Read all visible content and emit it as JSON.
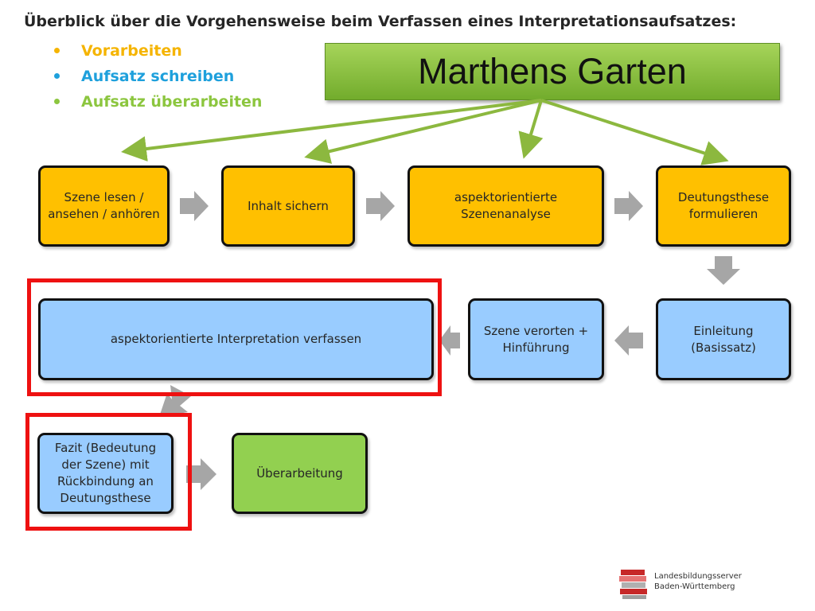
{
  "title": "Überblick über die Vorgehensweise beim Verfassen eines Interpretationsaufsatzes:",
  "legend": [
    {
      "label": "Vorarbeiten",
      "color": "#f5b400"
    },
    {
      "label": "Aufsatz schreiben",
      "color": "#1ea0dc"
    },
    {
      "label": "Aufsatz überarbeiten",
      "color": "#8cc63f"
    }
  ],
  "banner": {
    "label": "Marthens Garten"
  },
  "colors": {
    "prep": "#ffc000",
    "write": "#99ccff",
    "revise": "#92d050",
    "green_arrow": "#8cb83f",
    "gray_arrow": "#a6a6a6",
    "highlight": "#ee1111"
  },
  "steps": {
    "s1": "Szene lesen /\nansehen / anhören",
    "s2": "Inhalt sichern",
    "s3": "aspektorientierte\nSzenenanalyse",
    "s4": "Deutungsthese\nformulieren",
    "s5": "Einleitung\n(Basissatz)",
    "s6": "Szene verorten +\nHinführung",
    "s7": "aspektorientierte Interpretation verfassen",
    "s8": "Fazit (Bedeutung\nder Szene) mit\nRückbindung an\nDeutungsthese",
    "s9": "Überarbeitung"
  },
  "logo": {
    "text": "Landesbildungsserver\nBaden-Württemberg"
  }
}
